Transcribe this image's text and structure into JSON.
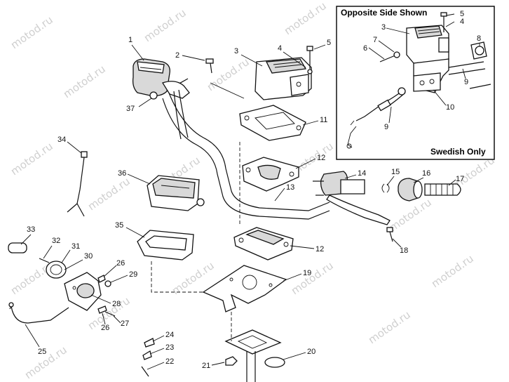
{
  "watermark": "motod.ru",
  "inset": {
    "title": "Opposite Side Shown",
    "footer": "Swedish Only"
  },
  "callouts": {
    "c1": "1",
    "c2": "2",
    "c3": "3",
    "c4": "4",
    "c5": "5",
    "c11": "11",
    "c12a": "12",
    "c12b": "12",
    "c13": "13",
    "c14": "14",
    "c15": "15",
    "c16": "16",
    "c17": "17",
    "c18": "18",
    "c19": "19",
    "c20": "20",
    "c21": "21",
    "c22": "22",
    "c23": "23",
    "c24": "24",
    "c25": "25",
    "c26a": "26",
    "c26b": "26",
    "c27": "27",
    "c28": "28",
    "c29": "29",
    "c30": "30",
    "c31": "31",
    "c32": "32",
    "c33": "33",
    "c34": "34",
    "c35": "35",
    "c36": "36",
    "c37": "37",
    "i3": "3",
    "i4": "4",
    "i5": "5",
    "i6": "6",
    "i7": "7",
    "i8": "8",
    "i9a": "9",
    "i9b": "9",
    "i10": "10"
  }
}
